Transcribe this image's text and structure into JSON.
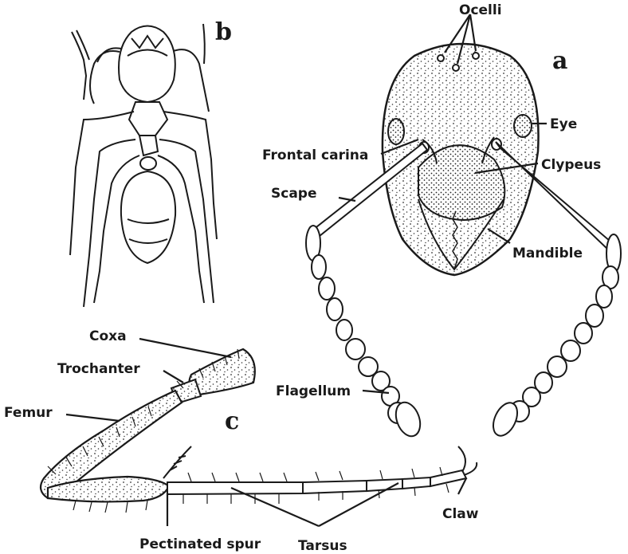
{
  "panels": {
    "a": "a",
    "b": "b",
    "c": "c"
  },
  "labels": {
    "ocelli": "Ocelli",
    "eye": "Eye",
    "frontal_carina": "Frontal carina",
    "clypeus": "Clypeus",
    "scape": "Scape",
    "mandible": "Mandible",
    "flagellum": "Flagellum",
    "coxa": "Coxa",
    "trochanter": "Trochanter",
    "femur": "Femur",
    "claw": "Claw",
    "pectinated_spur": "Pectinated spur",
    "tarsus": "Tarsus"
  }
}
